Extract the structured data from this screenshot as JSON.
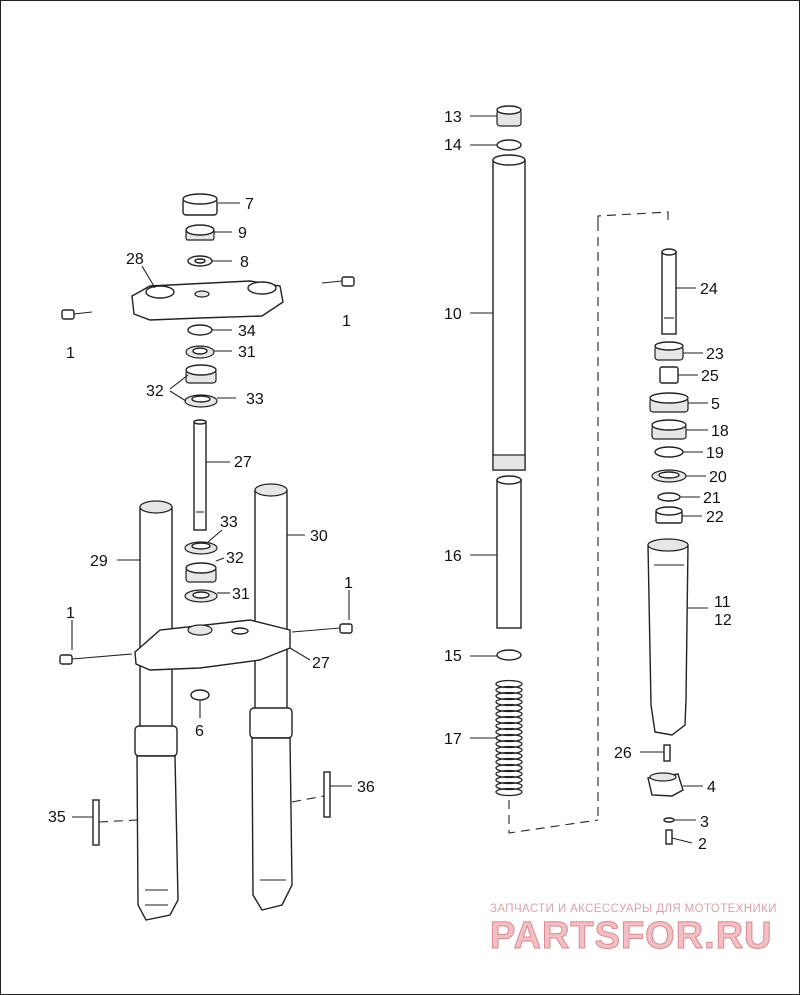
{
  "callouts": [
    "1",
    "1",
    "1",
    "1",
    "2",
    "3",
    "4",
    "5",
    "6",
    "7",
    "8",
    "9",
    "10",
    "11",
    "12",
    "13",
    "14",
    "15",
    "16",
    "17",
    "18",
    "19",
    "20",
    "21",
    "22",
    "23",
    "24",
    "25",
    "26",
    "27",
    "27",
    "28",
    "29",
    "30",
    "31",
    "31",
    "32",
    "32",
    "33",
    "33",
    "34",
    "35",
    "36"
  ],
  "watermark": {
    "tagline": "ЗАПЧАСТИ И АКСЕССУАРЫ ДЛЯ МОТОТЕХНИКИ",
    "brand": "PARTSFOR.RU"
  },
  "colors": {
    "line": "#222222",
    "watermark_fill": "#f2c0c4",
    "watermark_text": "#d9a3a8"
  }
}
